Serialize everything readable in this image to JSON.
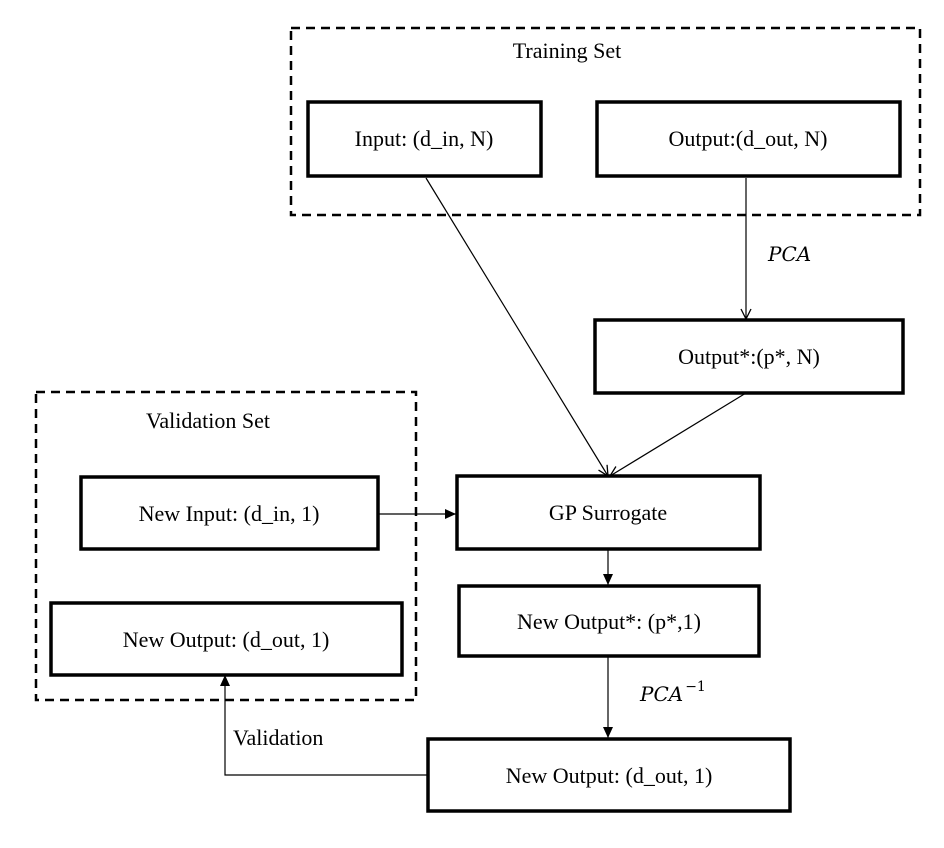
{
  "groups": {
    "training": {
      "title": "Training Set"
    },
    "validation": {
      "title": "Validation Set"
    }
  },
  "nodes": {
    "input": {
      "label": "Input: (d_in, N)"
    },
    "output": {
      "label": "Output:(d_out, N)"
    },
    "output_star": {
      "label": "Output*:(p*, N)"
    },
    "new_input": {
      "label": "New Input: (d_in, 1)"
    },
    "gp": {
      "label": "GP Surrogate"
    },
    "new_output_star": {
      "label": "New Output*: (p*,1)"
    },
    "val_new_output": {
      "label": "New Output: (d_out, 1)"
    },
    "final_new_output": {
      "label": "New Output: (d_out, 1)"
    }
  },
  "edges": {
    "pca": {
      "label": "PCA"
    },
    "pca_inverse": {
      "label": "PCA",
      "superscript": "−1"
    },
    "validation": {
      "label": "Validation"
    }
  },
  "colors": {
    "stroke": "#000000",
    "background": "#ffffff"
  }
}
